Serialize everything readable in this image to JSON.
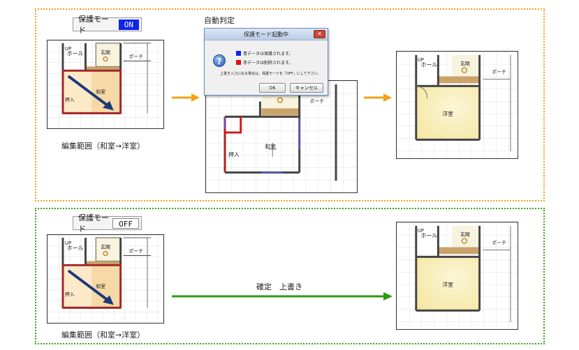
{
  "top_section": {
    "toggle": {
      "label": "保護モード",
      "state": "ON"
    },
    "caption": "編集範囲（和室→洋室）",
    "auto_label": "自動判定"
  },
  "dialog": {
    "title": "保護モード起動中",
    "close_glyph": "✕",
    "icon_glyph": "?",
    "blue_line": "青データは保護されます。",
    "red_line": "赤データは削除されます。",
    "note": "上書き入力に戻る場合は、保護モードを「OFF」にして下さい。",
    "ok": "OK",
    "cancel": "キャンセル"
  },
  "bottom_section": {
    "toggle": {
      "label": "保護モード",
      "state": "OFF"
    },
    "caption": "編集範囲（和室→洋室）",
    "action_label": "確定　上書き"
  },
  "plans": {
    "up_label": "UP",
    "hall": "ホール",
    "entrance": "玄関",
    "porch": "ポーチ",
    "closet": "押入",
    "washitsu": "和室",
    "youshitsu": "洋室"
  },
  "colors": {
    "top_border": "#f0a21a",
    "bottom_border": "#3aa11a",
    "toggle_on": "#1024e8",
    "top_arrow": "#f0a21a",
    "bottom_arrow": "#2e9a10",
    "selection": "#b22222",
    "drag_arrow": "#1a3a7a"
  }
}
